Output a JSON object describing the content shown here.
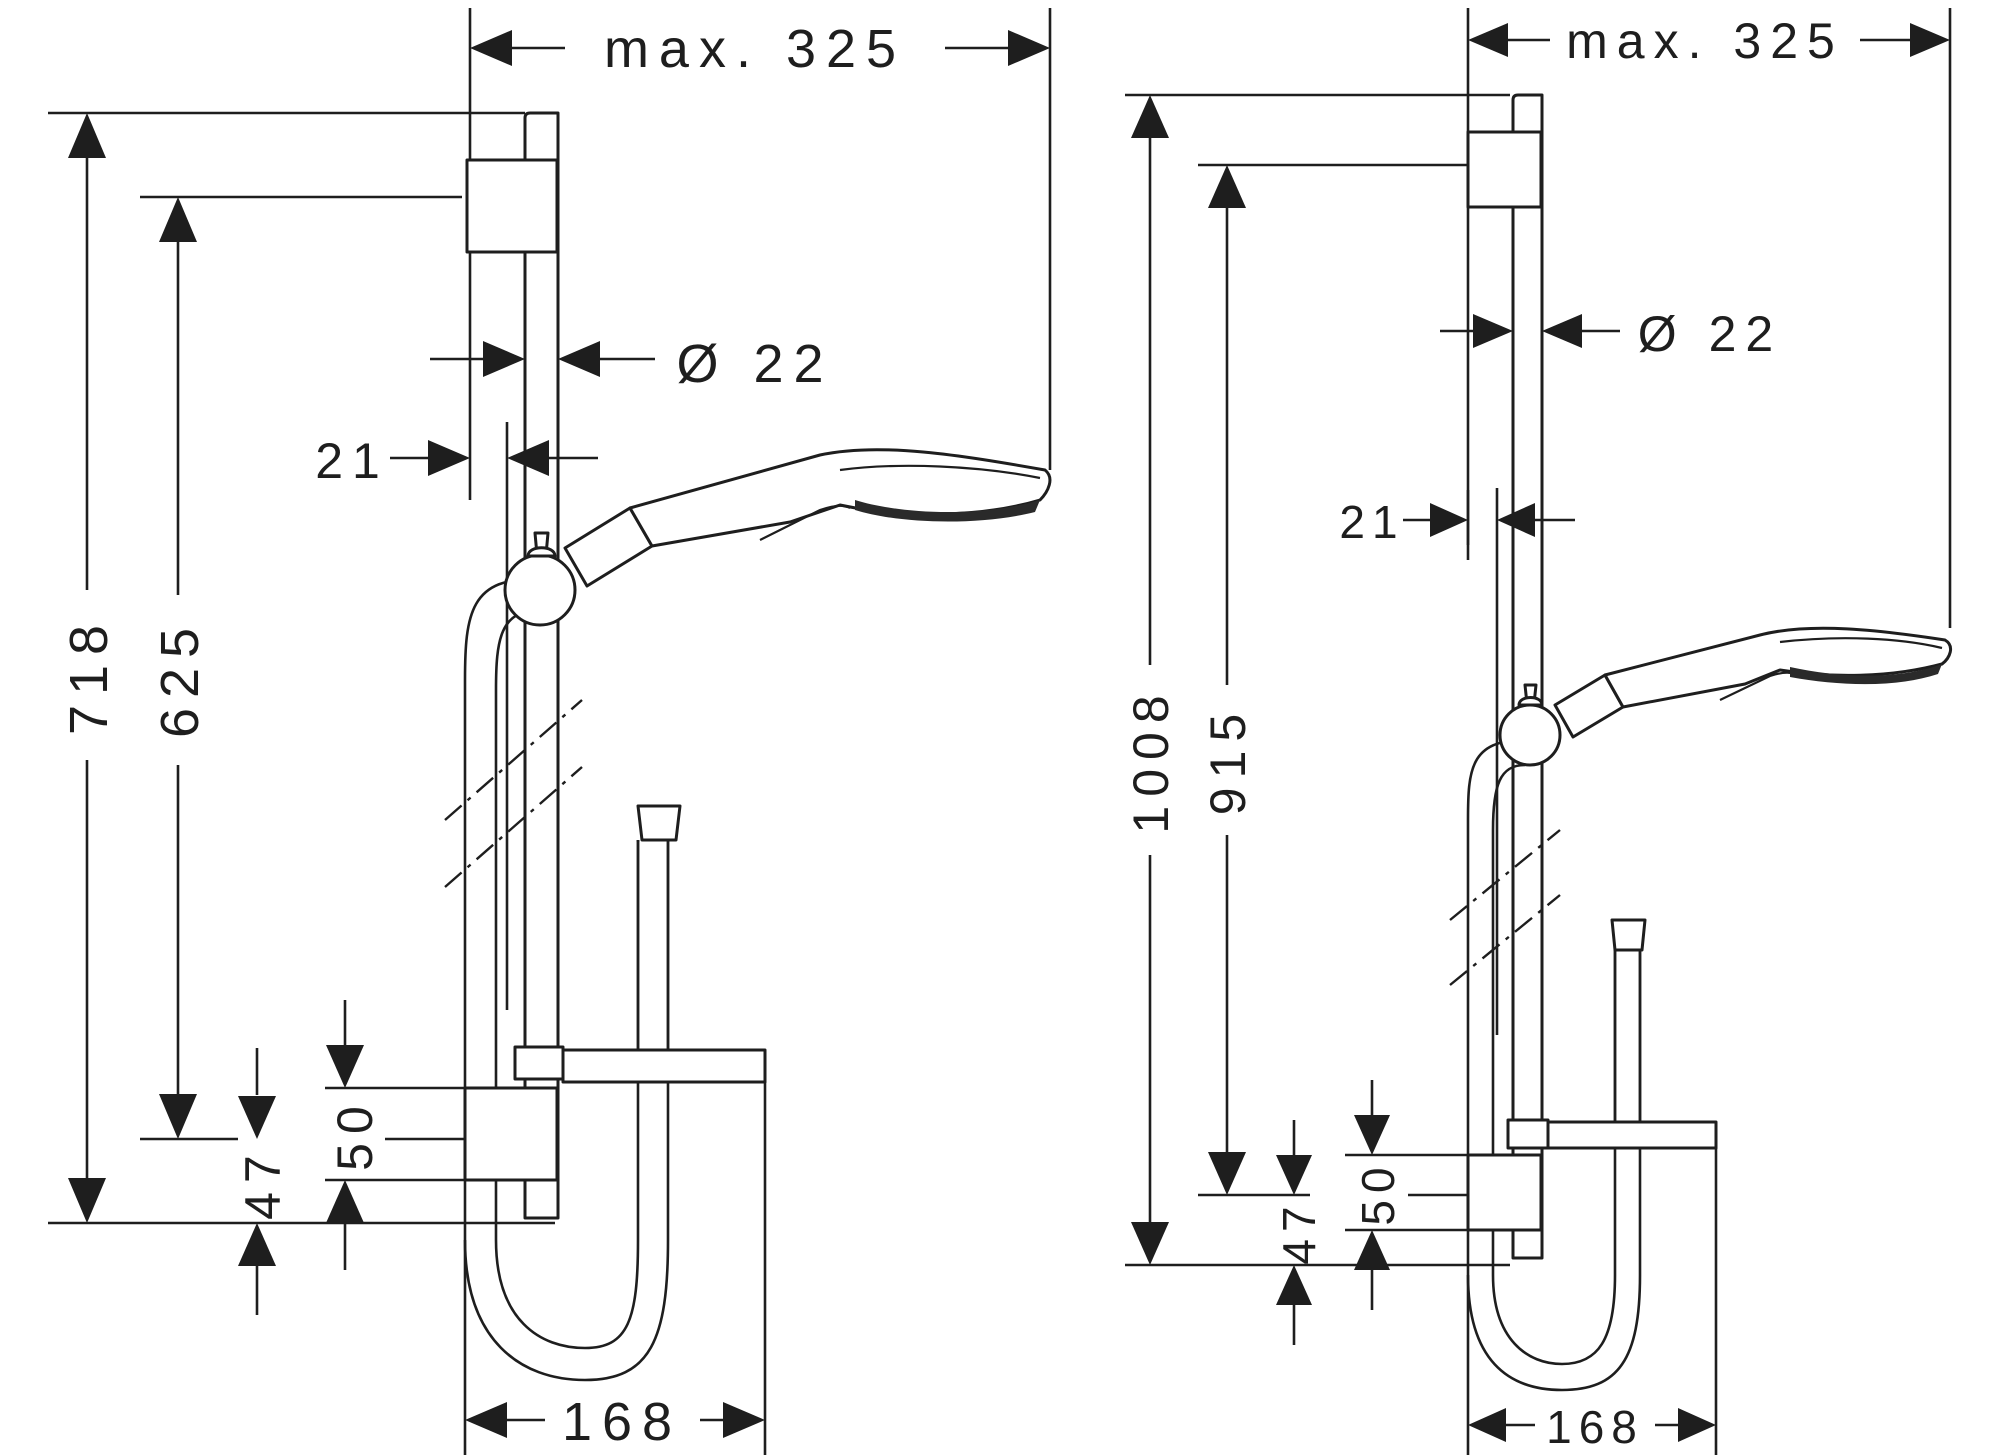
{
  "views": [
    {
      "name": "short-rail-variant",
      "labels": {
        "max_width": "max. 325",
        "diameter": "Ø 22",
        "offset": "21",
        "height_total": "718",
        "height_holder": "625",
        "dim_47": "47",
        "dim_50": "50",
        "width_bottom": "168"
      }
    },
    {
      "name": "long-rail-variant",
      "labels": {
        "max_width": "max. 325",
        "diameter": "Ø 22",
        "offset": "21",
        "height_total": "1008",
        "height_holder": "915",
        "dim_47": "47",
        "dim_50": "50",
        "width_bottom": "168"
      }
    }
  ]
}
